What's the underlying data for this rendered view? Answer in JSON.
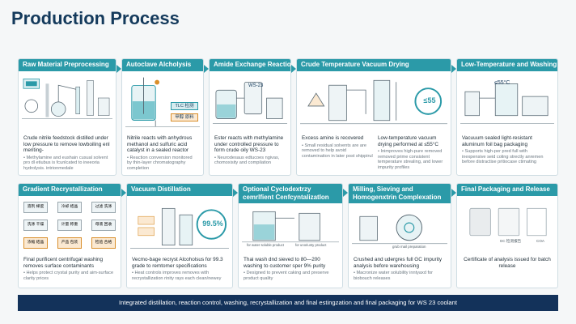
{
  "title": "Production Process",
  "row1": [
    {
      "heading": "Raw Material Preprocessing",
      "text": "Crude nitrile feedstock distilled under low pressure to remove lowboiling enl meriting-",
      "subtext": "• Methylamine and eushain cusual solvent pro dl etiubus is fcunlcated to ineeoria hydrolysis. intrionmedale"
    },
    {
      "heading": "Autoclave Alcholysis",
      "labels": [
        "TLC 检测",
        "甲醇 原料"
      ],
      "text": "Nitrile reacts with anhydrous methanol and sulfuric acid catalyst in a sealed reactor",
      "subtext": "• Reaction conversion monitored by thin-layer chromatography completion"
    },
    {
      "heading": "Amide Exchange Reaction",
      "labels": [
        "WS-23"
      ],
      "text": "Ester reacts with methylamine under controlled pressure to form crude oily WS-23",
      "subtext": "• Neurodesaus edtucoes ngivas, chomoxisity and compilation"
    },
    {
      "heading": "Crude Temperature Vacuum Drying",
      "labels": [
        "≤55"
      ],
      "text": "Excess amine is recovered",
      "subtext": "• Small residual solvents are are removed to help avoid contamination in later post shippirul",
      "text2": "Low-temperature vacuum drying performed at ≤55°C",
      "subtext2": "• Inimproves high-pure removed removed prime consistent temperature strealing, and lower impurity profiles"
    },
    {
      "heading": "Low-Temperature and Washing",
      "labels": [
        "≤55°C"
      ],
      "text": "Vacuuum sealed light-resistant aluminum foil bag packaging",
      "subtext": "• Supports high-per pred full with inexpensive seid coling strectly anremen before distractise pritiocase ctimating"
    }
  ],
  "row2": [
    {
      "heading": "Gradient Recrystallization",
      "labels": [
        "溶剂 梯度",
        "冷却 结晶",
        "过滤 洗涤",
        "洗涤 干燥",
        "计量 称重",
        "母液 回收",
        "浓缩 结晶",
        "产品 包装",
        "检验 合格"
      ],
      "text": "Final purificent centrifugal washing removes surface contaminants",
      "subtext": "• Helps protect crystal purity and aim-surface clarity prices"
    },
    {
      "heading": "Vacuum Distillation",
      "labels": [
        "99.5%"
      ],
      "text": "Vecmo-bage recryst Alcoholsus for 99.3 grade to remtomer specifications",
      "subtext": "• Heat controls improves removes with recrystallization rinity rays each clean/newey"
    },
    {
      "heading": "Optional Cyclodextrzy cemrlfient Cenfcyntalizatlon",
      "labels": [
        "for water soluble product",
        "for unoriunty product"
      ],
      "text": "Thai wash dnd sieved to 80—200 washing to customer sper 9% purity",
      "subtext": "• Designed to prevent caking and preserve product quality"
    },
    {
      "heading": "Milling, Sieving and Homogenxtrin Complexation",
      "labels": [
        "grub mail preparation"
      ],
      "text": "Crushed and udergres full GC impurity analysis before warehousing",
      "subtext": "• Macronize water solubility inntyaxd for biobouch releases"
    },
    {
      "heading": "Final Packaging and Release",
      "labels": [
        "GC 检测报告",
        "COA"
      ],
      "text": "Certificate of analysis issued for batch release"
    }
  ],
  "footer": "Integrated distillation, reaction control, washing, recrystallization and final estingzation and final packaging for WS 23 coolant"
}
